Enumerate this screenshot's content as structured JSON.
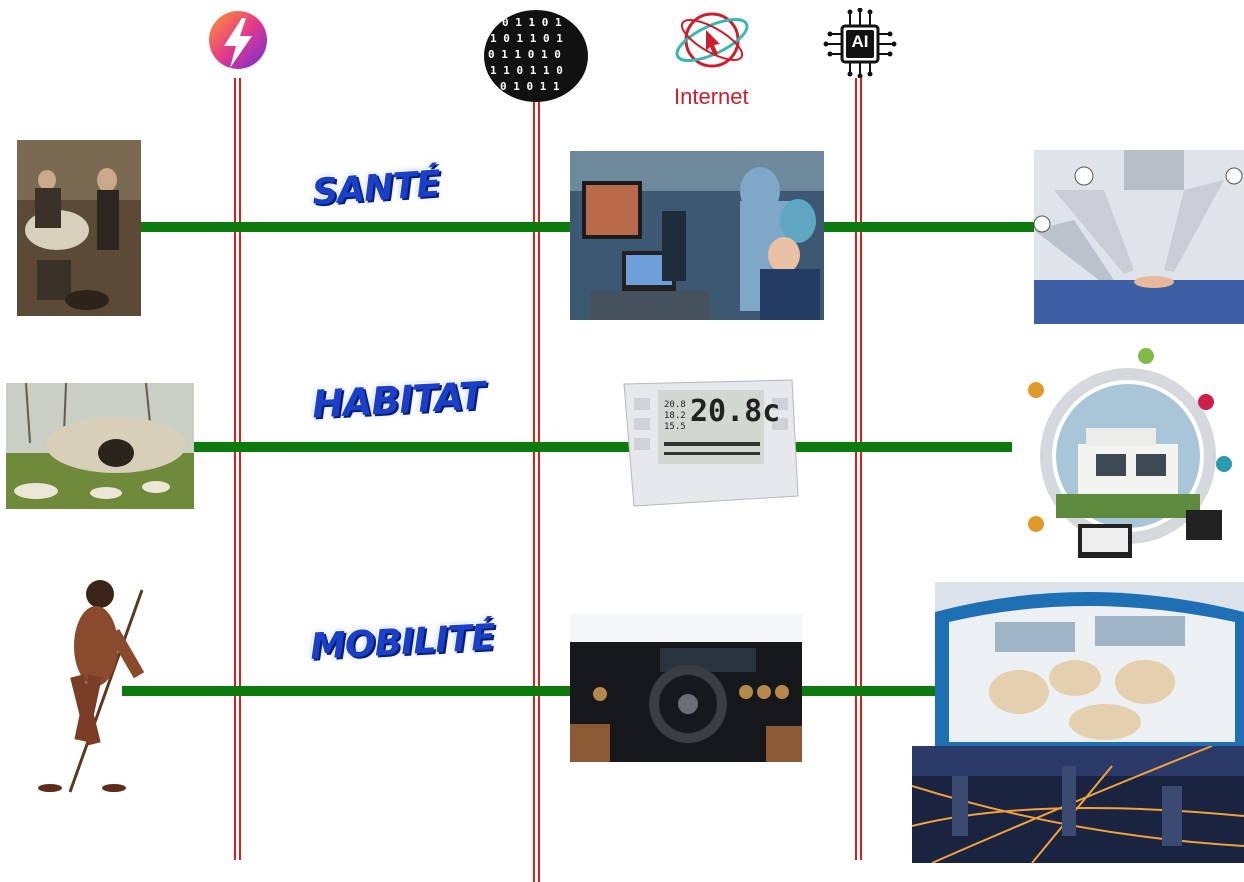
{
  "header": {
    "eras": [
      {
        "icon": "lightning-icon",
        "label": ""
      },
      {
        "icon": "binary-globe-icon",
        "label": ""
      },
      {
        "icon": "internet-globe-icon",
        "label": "Internet"
      },
      {
        "icon": "ai-chip-icon",
        "label": "AI"
      }
    ]
  },
  "rows": [
    {
      "label": "SANTÉ",
      "past": "historical-surgery-painting",
      "present": "modern-operating-room-photo",
      "future": "robotic-surgery-arms-photo"
    },
    {
      "label": "HABITAT",
      "past": "mammoth-bone-hut-photo",
      "present": "digital-thermostat-photo",
      "future": "smart-home-diagram"
    },
    {
      "label": "MOBILITÉ",
      "past": "early-human-walking-figure",
      "present": "car-dashboard-photo",
      "future": "autonomous-car-interior-photo"
    }
  ],
  "thermostat": {
    "display": "20.8c",
    "lines": [
      "20.8",
      "18.2",
      "15.5"
    ]
  },
  "chip": {
    "text": "AI"
  },
  "colors": {
    "era_line": "#d4201a",
    "row_line": "#0c7a0c",
    "label_fill": "#1a3fc9",
    "internet_text": "#c8202e"
  }
}
